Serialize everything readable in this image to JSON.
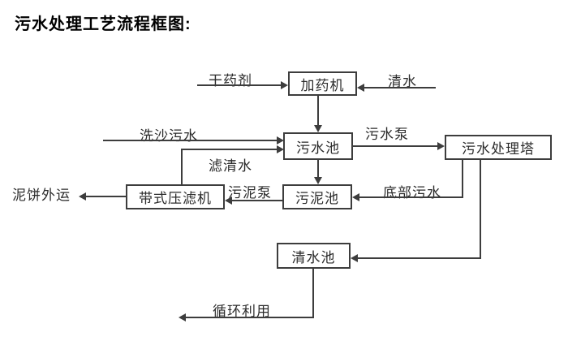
{
  "title": "污水处理工艺流程框图:",
  "diagram": {
    "nodes": {
      "dosing_machine": "加药机",
      "sewage_pool": "污水池",
      "treatment_tower": "污水处理塔",
      "sludge_pool": "污泥池",
      "belt_filter_press": "带式压滤机",
      "clean_water_pool": "清水池"
    },
    "labels": {
      "dry_agent": "干药剂",
      "clean_water": "清水",
      "sand_wash_sewage": "洗沙污水",
      "sewage_pump": "污水泵",
      "filtered_water": "滤清水",
      "sludge_pump": "污泥泵",
      "bottom_sewage": "底部污水",
      "mud_cake_out": "泥饼外运",
      "recycle_use": "循环利用"
    },
    "edges": [
      {
        "source": "干药剂",
        "target": "加药机"
      },
      {
        "source": "清水",
        "target": "加药机"
      },
      {
        "source": "加药机",
        "target": "污水池"
      },
      {
        "source": "洗沙污水",
        "target": "污水池"
      },
      {
        "source": "带式压滤机",
        "target": "污水池",
        "label": "滤清水"
      },
      {
        "source": "污水池",
        "target": "污水处理塔",
        "label": "污水泵"
      },
      {
        "source": "污水池",
        "target": "污泥池"
      },
      {
        "source": "污泥池",
        "target": "带式压滤机",
        "label": "污泥泵"
      },
      {
        "source": "带式压滤机",
        "target": "泥饼外运"
      },
      {
        "source": "污水处理塔",
        "target": "污泥池",
        "label": "底部污水"
      },
      {
        "source": "污水处理塔",
        "target": "清水池"
      },
      {
        "source": "清水池",
        "target": "循环利用"
      }
    ]
  },
  "colors": {
    "background": "#ffffff",
    "line": "#3d3d3d",
    "text": "#2b2b2b",
    "title_text": "#000000"
  }
}
